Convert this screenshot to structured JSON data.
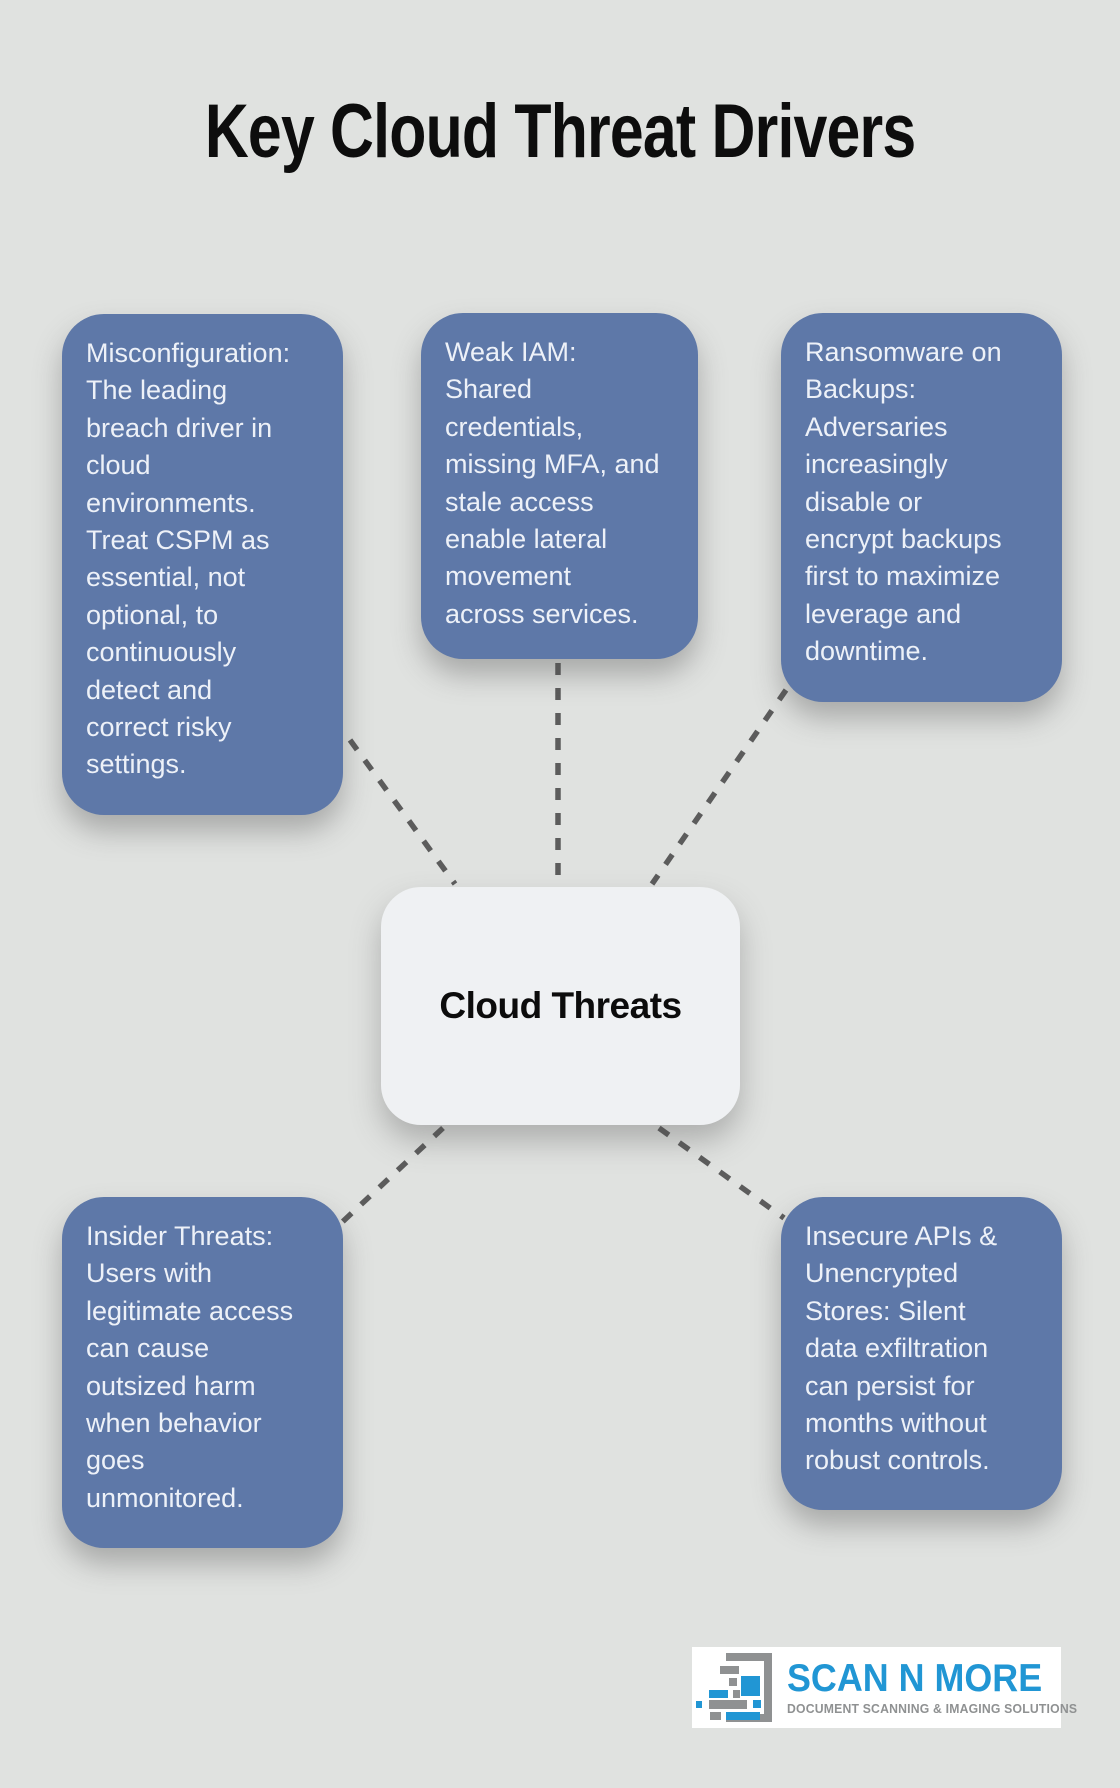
{
  "title": "Key Cloud Threat Drivers",
  "center": {
    "label": "Cloud Threats"
  },
  "nodes": [
    {
      "id": "misconfiguration",
      "text": "Misconfiguration:\nThe leading\nbreach driver in\ncloud\nenvironments.\nTreat CSPM as\nessential, not\noptional, to\ncontinuously\ndetect and\ncorrect risky\nsettings."
    },
    {
      "id": "weak-iam",
      "text": "Weak IAM:\nShared\ncredentials,\nmissing MFA, and\nstale access\nenable lateral\nmovement\nacross services."
    },
    {
      "id": "ransomware-on-backups",
      "text": "Ransomware on\nBackups:\nAdversaries\nincreasingly\ndisable or\nencrypt backups\nfirst to maximize\nleverage and\ndowntime."
    },
    {
      "id": "insider-threats",
      "text": "Insider Threats:\nUsers with\nlegitimate access\ncan cause\noutsized harm\nwhen behavior\ngoes\nunmonitored."
    },
    {
      "id": "insecure-apis",
      "text": "Insecure APIs &\nUnencrypted\nStores: Silent\ndata exfiltration\ncan persist for\nmonths without\nrobust controls."
    }
  ],
  "logo": {
    "name": "SCAN N MORE",
    "tagline": "DOCUMENT SCANNING & IMAGING SOLUTIONS"
  },
  "colors": {
    "background": "#e0e2e0",
    "node_blue": "#5e78a8",
    "node_text": "#edf1f8",
    "center_bg": "#eff1f3",
    "dash_gray": "#5c5c5c",
    "brand_blue": "#2196d4",
    "brand_gray": "#8f9192"
  }
}
